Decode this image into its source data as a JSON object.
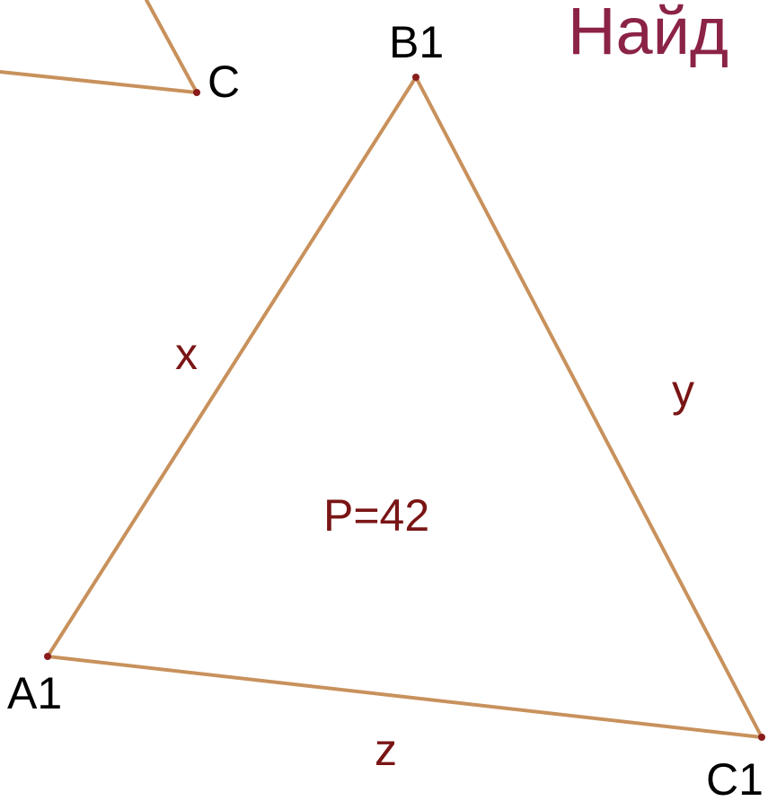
{
  "heading": {
    "text": "Найд"
  },
  "vertices": {
    "C": "C",
    "A1": "A1",
    "B1": "B1",
    "C1": "C1"
  },
  "sides": {
    "a1b1": "x",
    "b1c1": "y",
    "a1c1": "z"
  },
  "perimeter": {
    "text": "P=42"
  },
  "colors": {
    "edge": "#c8915c",
    "vertex": "#8a1c1c",
    "side_label": "#7a1515",
    "heading": "#8b2346"
  }
}
